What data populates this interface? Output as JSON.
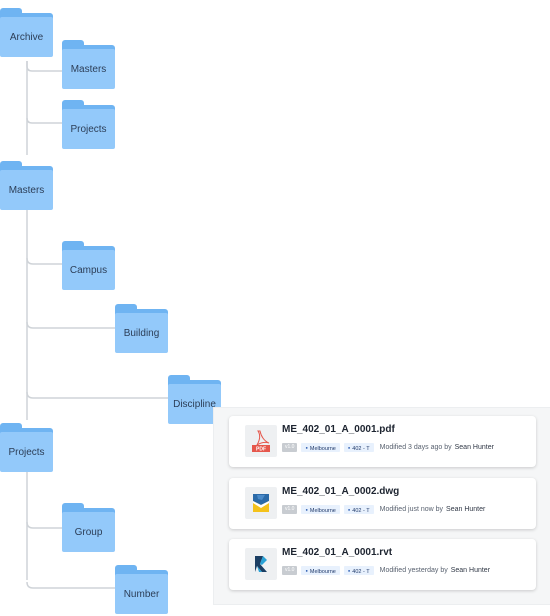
{
  "colors": {
    "folder_body": "#93c9fa",
    "folder_tab": "#6fb4f2",
    "line": "#cfd3d8",
    "tag_bg": "#e8f1fd",
    "pdf_red": "#e5574c"
  },
  "tree": {
    "archive": "Archive",
    "archive_masters": "Masters",
    "archive_projects": "Projects",
    "masters": "Masters",
    "campus": "Campus",
    "building": "Building",
    "discipline": "Discipline",
    "projects": "Projects",
    "group": "Group",
    "number": "Number"
  },
  "files": [
    {
      "name": "ME_402_01_A_0001.pdf",
      "icon": "pdf-icon",
      "version": "v1.0",
      "tags": [
        "Melbourne",
        "402 - T"
      ],
      "modified": "Modified 3 days ago by",
      "user": "Sean Hunter"
    },
    {
      "name": "ME_402_01_A_0002.dwg",
      "icon": "dwg-icon",
      "version": "v1.0",
      "tags": [
        "Melbourne",
        "402 - T"
      ],
      "modified": "Modified just now by",
      "user": "Sean Hunter"
    },
    {
      "name": "ME_402_01_A_0001.rvt",
      "icon": "rvt-icon",
      "version": "v1.0",
      "tags": [
        "Melbourne",
        "402 - T"
      ],
      "modified": "Modified yesterday by",
      "user": "Sean Hunter"
    }
  ]
}
